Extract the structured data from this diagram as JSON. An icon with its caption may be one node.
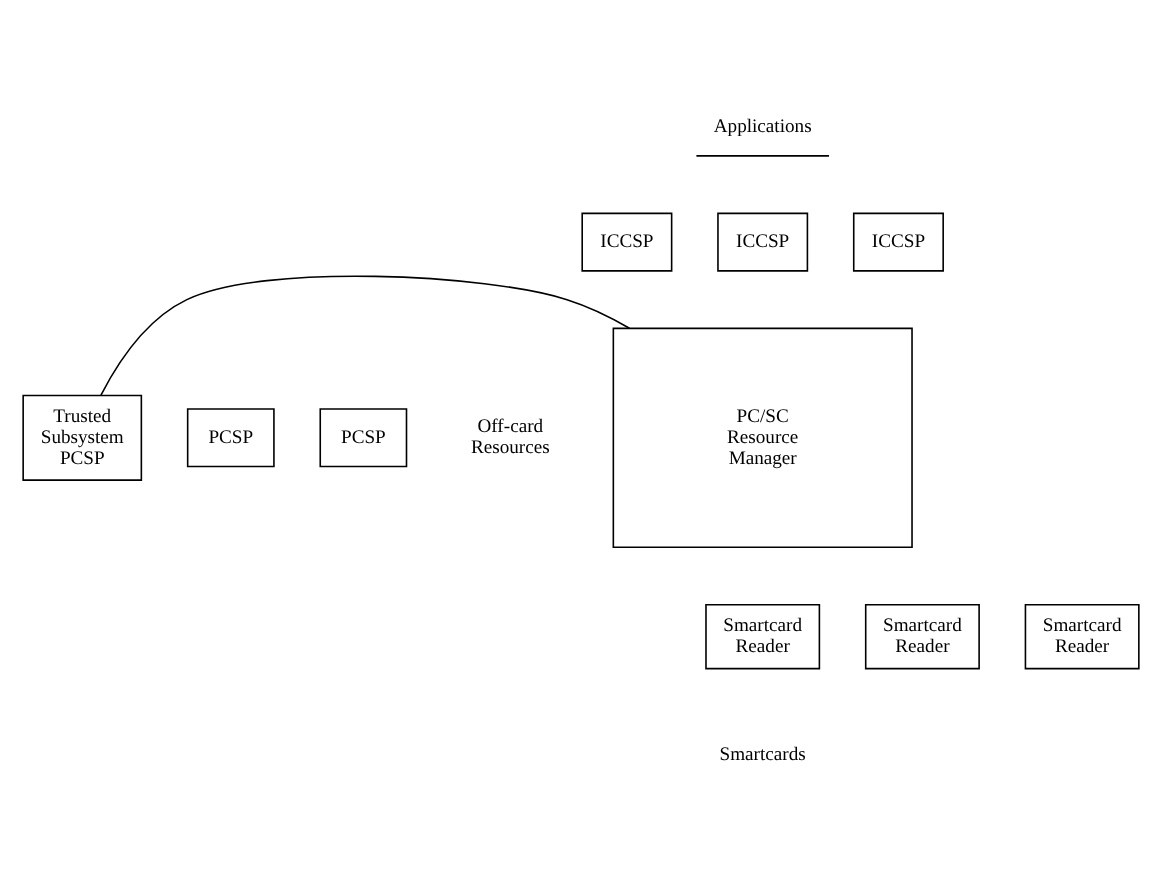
{
  "diagram": {
    "nodes": [
      {
        "text": [
          "ICCSP"
        ]
      },
      {
        "text": [
          "ICCSP"
        ]
      },
      {
        "text": [
          "ICCSP"
        ]
      },
      {
        "text": [
          "PC/SC Resource Manager"
        ]
      },
      {
        "text": [
          "Trusted Subsystem",
          "PCSP"
        ]
      },
      {
        "text": [
          "PCSP"
        ]
      },
      {
        "text": [
          "PCSP"
        ]
      },
      {
        "text": [
          "Smartcard Reader"
        ]
      },
      {
        "text": [
          "Smartcard Reader"
        ]
      },
      {
        "text": [
          "Smartcard Reader"
        ]
      }
    ],
    "edges": [
      {
        "from": 3,
        "to": 4,
        "arrow": "none"
      }
    ],
    "labels": [
      "Applications",
      "Off-card Resources",
      "Smartcards"
    ]
  }
}
